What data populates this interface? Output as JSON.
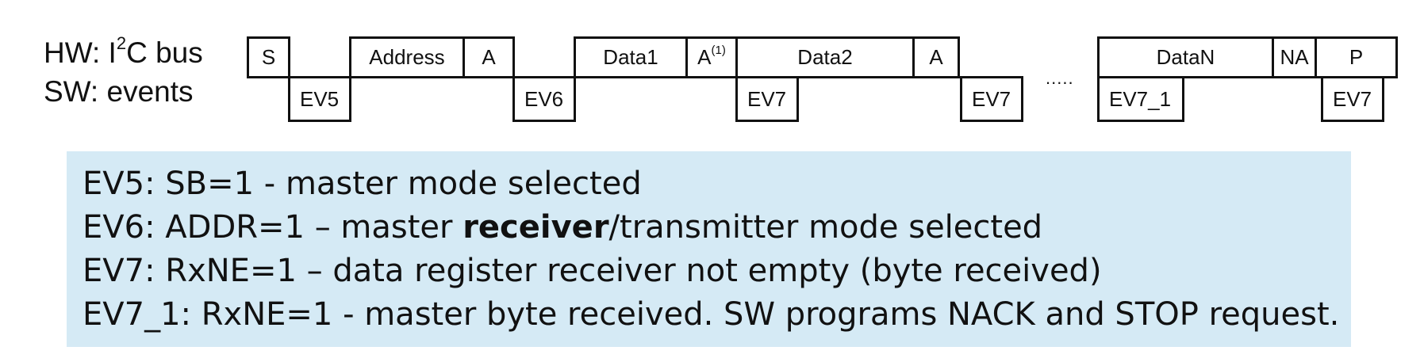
{
  "labels": {
    "hw_prefix": "HW: I",
    "hw_sup": "2",
    "hw_suffix": "C bus",
    "sw": "SW: events"
  },
  "hw_cells": [
    {
      "text": "S"
    },
    {
      "text": "Address"
    },
    {
      "text": "A"
    },
    {
      "text": "Data1"
    },
    {
      "text": "A",
      "sup": "(1)"
    },
    {
      "text": "Data2"
    },
    {
      "text": "A"
    },
    {
      "text": "DataN"
    },
    {
      "text": "NA"
    },
    {
      "text": "P"
    }
  ],
  "sw_cells": [
    {
      "text": "EV5"
    },
    {
      "text": "EV6"
    },
    {
      "text": "EV7"
    },
    {
      "text": "EV7"
    },
    {
      "text": "EV7_1"
    },
    {
      "text": "EV7"
    }
  ],
  "ellipsis": ".....",
  "legend": [
    {
      "pre": "EV5: SB=1 - master mode selected",
      "bold": "",
      "post": ""
    },
    {
      "pre": "EV6: ADDR=1 – master ",
      "bold": "receiver",
      "post": "/transmitter mode selected"
    },
    {
      "pre": "EV7: RxNE=1 – data register receiver not empty (byte received)",
      "bold": "",
      "post": ""
    },
    {
      "pre": "EV7_1: RxNE=1 - master byte received. SW programs NACK and STOP request.",
      "bold": "",
      "post": ""
    }
  ]
}
